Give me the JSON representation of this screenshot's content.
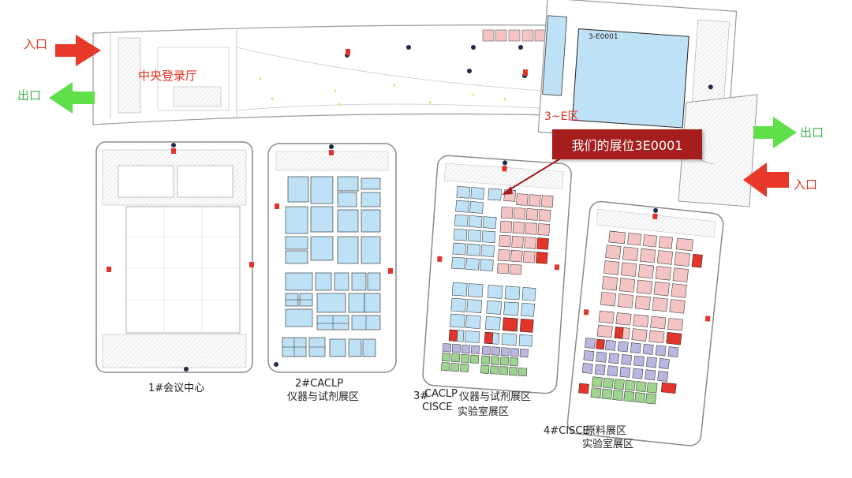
{
  "colors": {
    "booth_blue": "#bfe1f5",
    "booth_pink": "#f4c4c4",
    "booth_red": "#e2342a",
    "booth_purple": "#b9b6e0",
    "booth_green": "#9ed48e",
    "arrow_red": "#e8382a",
    "arrow_green": "#5fe04a",
    "callout_bg": "#a51d1d"
  },
  "signs": {
    "entrance_left": "入口",
    "exit_left": "出口",
    "entrance_right": "入口",
    "exit_right": "出口"
  },
  "areas": {
    "central_lobby": "中央登录厅",
    "zone_3e": "3~E区",
    "booth_3e0001": "3-E0001"
  },
  "callout": {
    "text": "我们的展位3E0001"
  },
  "halls": {
    "hall1": "1#会议中心",
    "hall2_line1": "2#CACLP",
    "hall2_line2": "仪器与试剂展区",
    "hall3_num": "3#",
    "hall3_caclp": "CACLP",
    "hall3_cisce": "CISCE",
    "hall3_zone1": "仪器与试剂展区",
    "hall3_zone2": "实验室展区",
    "hall4_name": "4#CISCE",
    "hall4_zone1": "原料展区",
    "hall4_zone2": "实验室展区"
  }
}
